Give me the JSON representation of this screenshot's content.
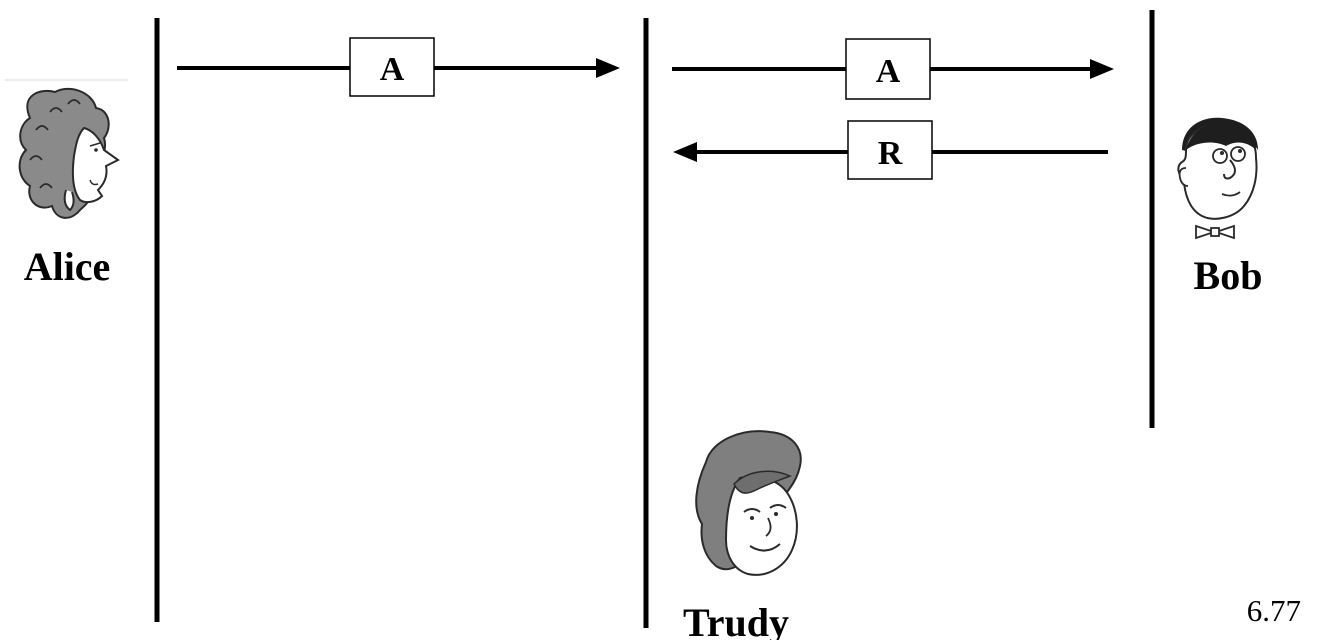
{
  "actors": {
    "alice": {
      "name": "Alice",
      "icon": "alice-face-icon"
    },
    "trudy": {
      "name": "Trudy",
      "icon": "trudy-face-icon"
    },
    "bob": {
      "name": "Bob",
      "icon": "bob-face-icon"
    }
  },
  "messages": [
    {
      "label": "A",
      "from": "Alice",
      "to": "Trudy"
    },
    {
      "label": "A",
      "from": "Trudy",
      "to": "Bob"
    },
    {
      "label": "R",
      "from": "Bob",
      "to": "Trudy"
    }
  ],
  "page_number": "6.77"
}
